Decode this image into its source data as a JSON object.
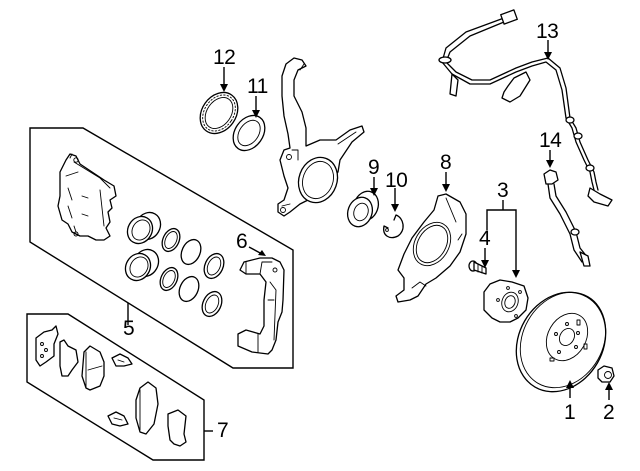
{
  "diagram": {
    "type": "exploded-parts-diagram",
    "subject": "front brake and hub assembly",
    "line_color": "#000000",
    "background_color": "#ffffff"
  },
  "callouts": [
    {
      "id": "1",
      "label": "1",
      "part": "brake-rotor"
    },
    {
      "id": "2",
      "label": "2",
      "part": "hub-nut"
    },
    {
      "id": "3",
      "label": "3",
      "part": "hub-assembly"
    },
    {
      "id": "4",
      "label": "4",
      "part": "wheel-stud"
    },
    {
      "id": "5",
      "label": "5",
      "part": "caliper-assembly"
    },
    {
      "id": "6",
      "label": "6",
      "part": "caliper-support"
    },
    {
      "id": "7",
      "label": "7",
      "part": "brake-pad-set"
    },
    {
      "id": "8",
      "label": "8",
      "part": "splash-shield"
    },
    {
      "id": "9",
      "label": "9",
      "part": "wheel-bearing"
    },
    {
      "id": "10",
      "label": "10",
      "part": "snap-ring"
    },
    {
      "id": "11",
      "label": "11",
      "part": "dust-seal"
    },
    {
      "id": "12",
      "label": "12",
      "part": "abs-tone-ring"
    },
    {
      "id": "13",
      "label": "13",
      "part": "abs-wheel-speed-sensor"
    },
    {
      "id": "14",
      "label": "14",
      "part": "brake-hose"
    }
  ]
}
